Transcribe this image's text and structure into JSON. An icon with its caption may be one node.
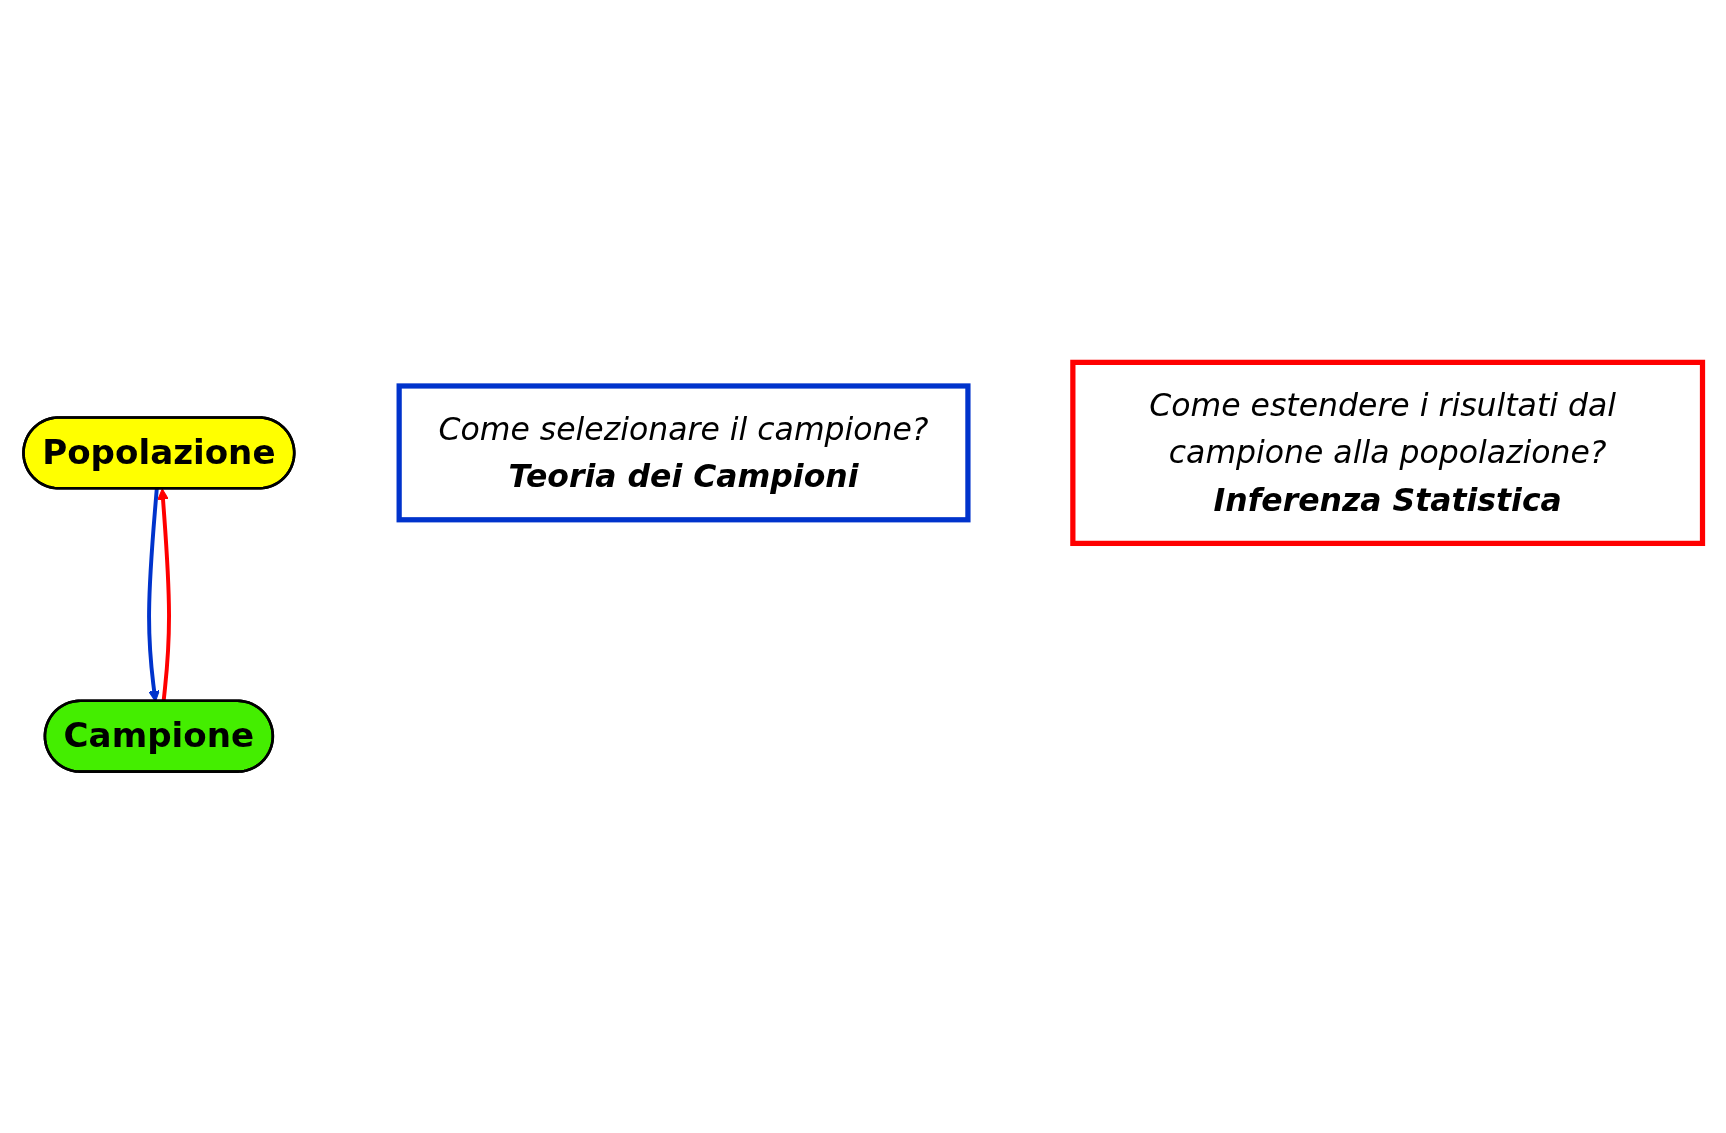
{
  "diagram": {
    "nodes": [
      {
        "text": [
          "Popolazione"
        ]
      },
      {
        "text": [
          "Campione"
        ]
      },
      {
        "text": [
          "Come selezionare il campione?",
          "Teoria dei Campioni"
        ]
      },
      {
        "text": [
          "Come estendere i risultati dal campione alla popolazione?",
          "Inferenza Statistica"
        ]
      }
    ],
    "edges": [
      {
        "from": 0,
        "to": 1,
        "arrow": "to",
        "color": "#0033cc"
      },
      {
        "from": 1,
        "to": 0,
        "arrow": "to",
        "color": "#ff0000"
      }
    ]
  }
}
